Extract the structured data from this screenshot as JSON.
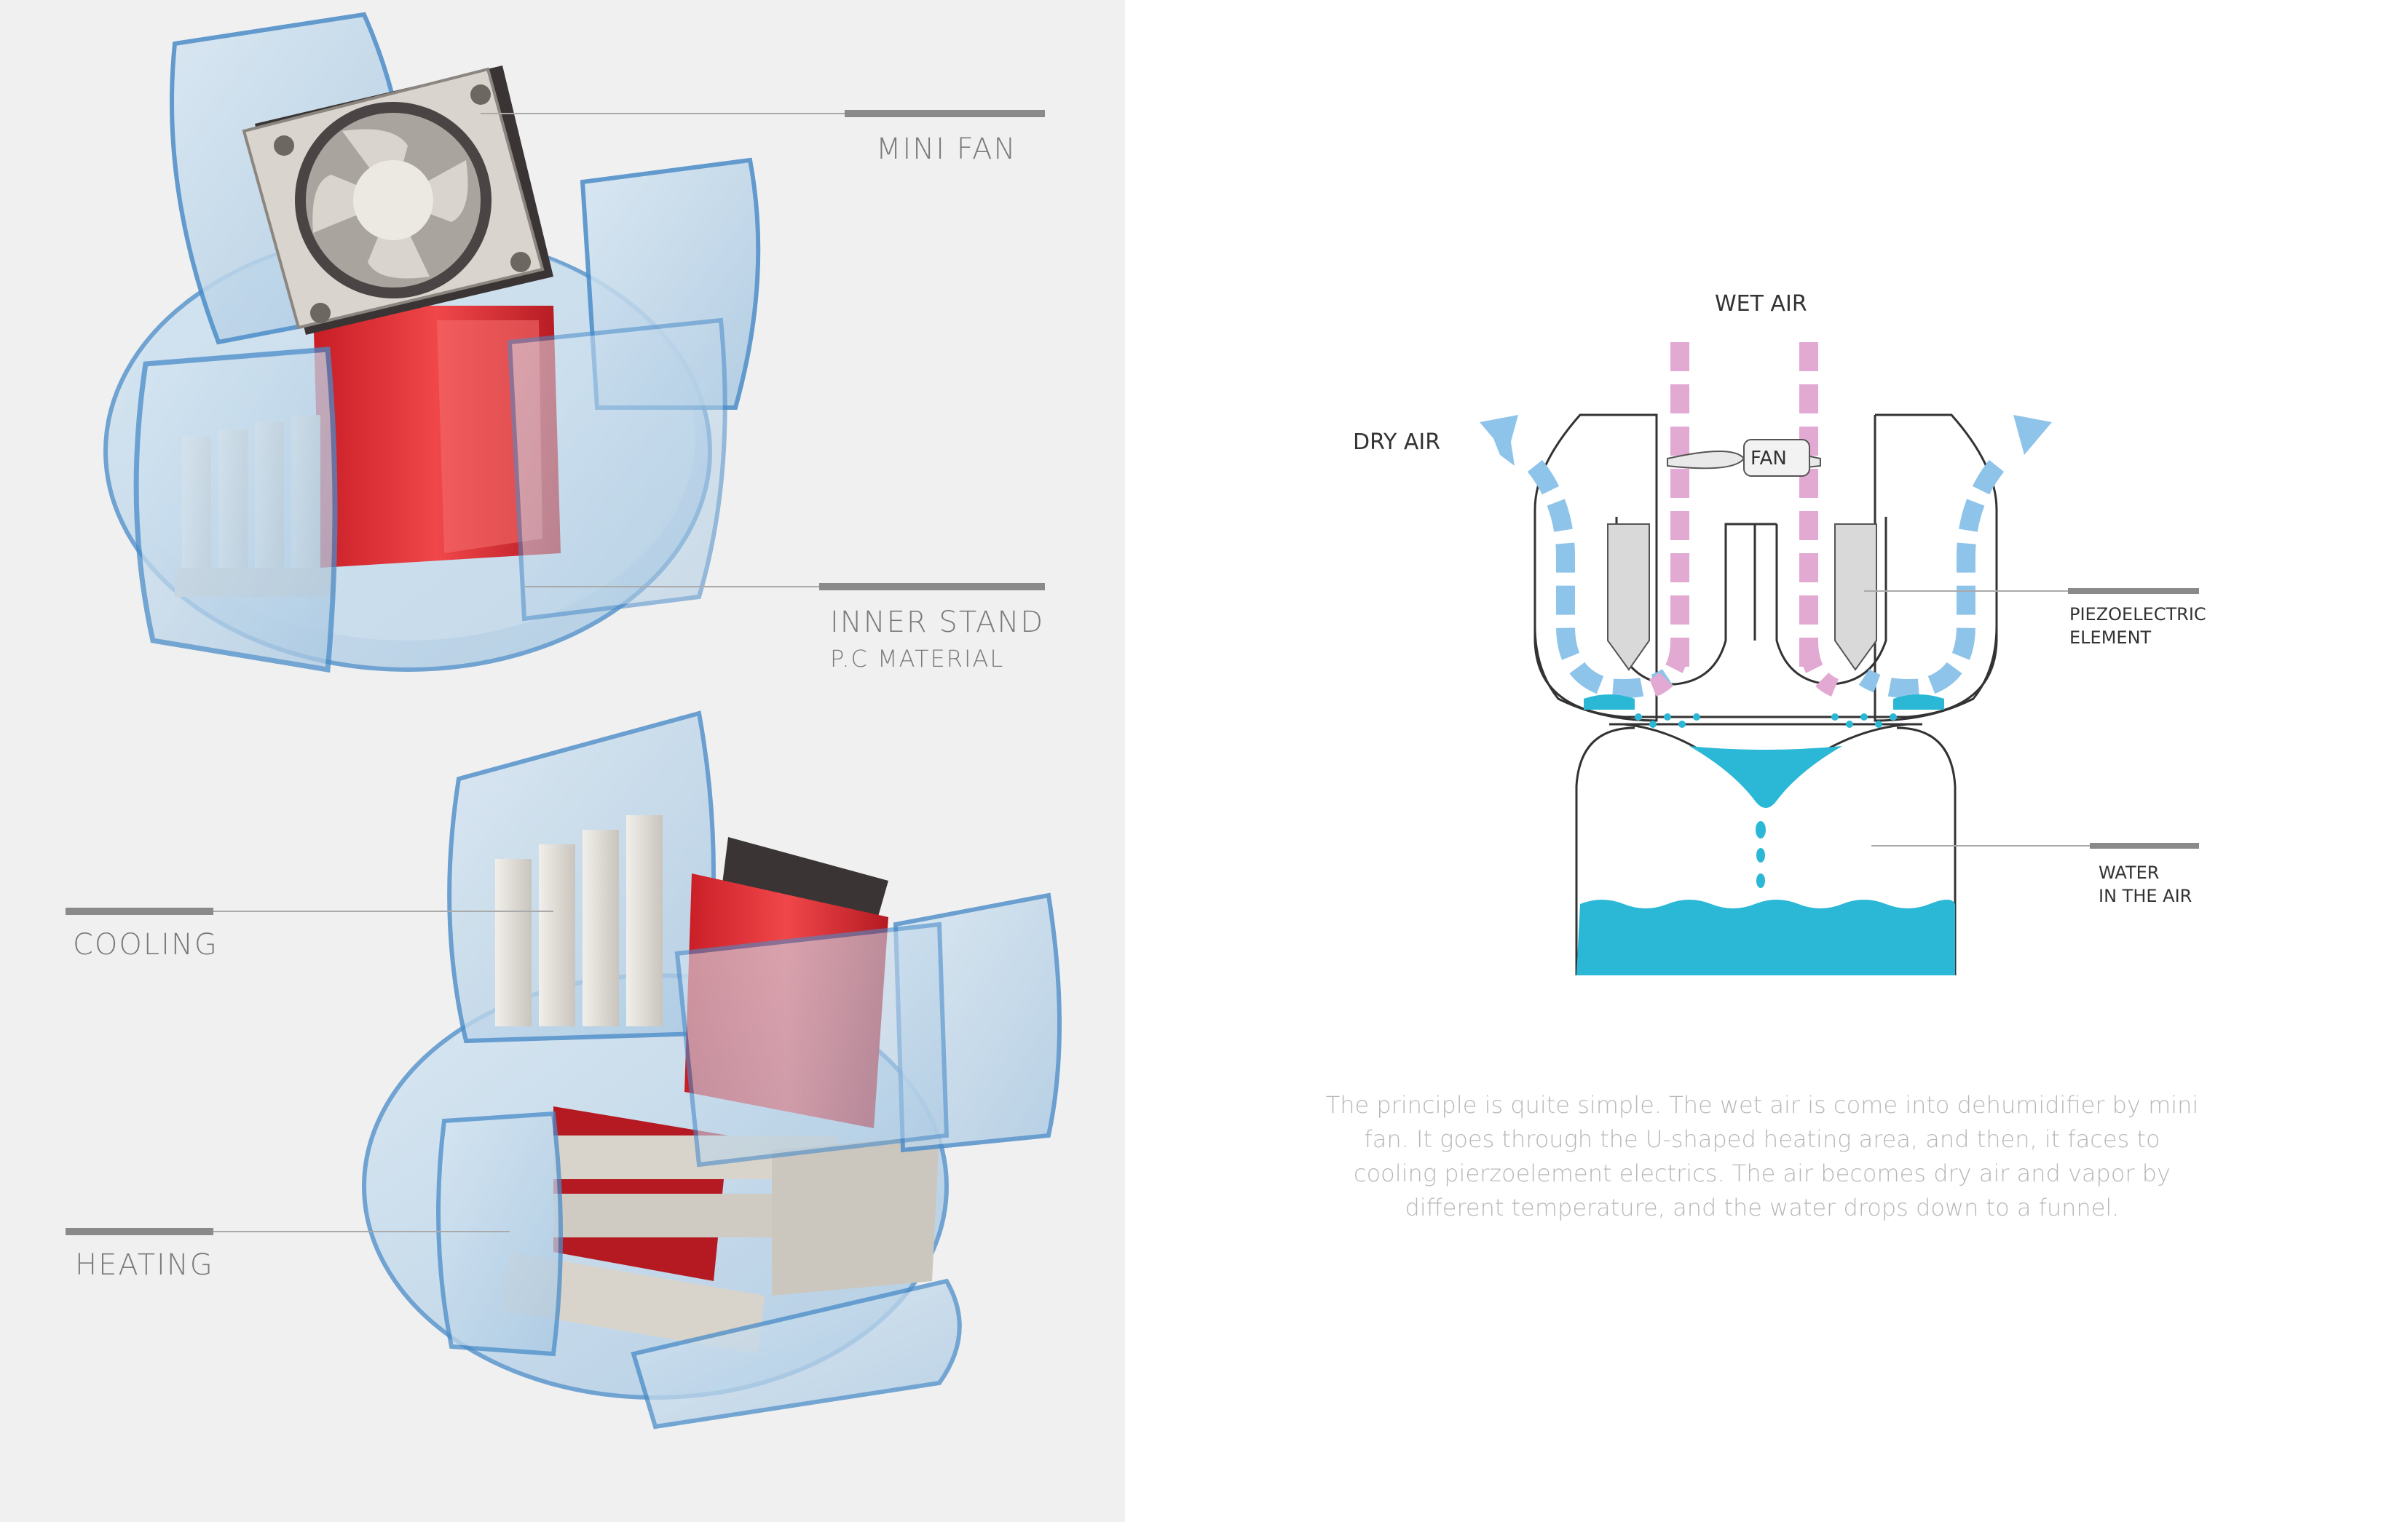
{
  "left": {
    "labels": {
      "mini_fan": "MINI FAN",
      "inner_stand": "INNER STAND",
      "inner_stand_sub": "P.C MATERIAL",
      "cooling": "COOLING",
      "heating": "HEATING"
    }
  },
  "diagram": {
    "wet_air": "WET AIR",
    "dry_air": "DRY AIR",
    "fan": "FAN",
    "piezo_line1": "PIEZOELECTRIC",
    "piezo_line2": "ELEMENT",
    "water_line1": "WATER",
    "water_line2": "IN THE AIR"
  },
  "description": "The principle is quite simple. The wet air is come into dehumidifier by mini fan. It goes through the U-shaped heating area, and then, it faces to cooling pierzoelement electrics. The air becomes dry air and vapor by different temperature, and the water drops down to a funnel.",
  "colors": {
    "left_bg": "#f0f0f0",
    "glass": "#bcd6ea",
    "glass_edge": "#4a8cc9",
    "heater_red": "#e8373c",
    "heatsink": "#e3e0da",
    "water": "#2bb8d6",
    "dry_air_arrow": "#8fc4ea",
    "wet_air_arrow": "#e2a9d3"
  }
}
